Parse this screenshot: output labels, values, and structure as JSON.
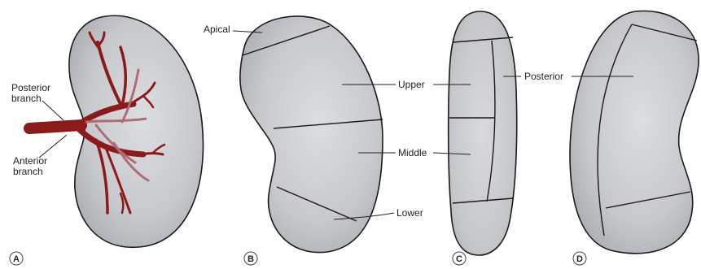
{
  "panels": {
    "a": {
      "letter": "A",
      "labels": {
        "posterior": [
          "Posterior",
          "branch"
        ],
        "anterior": [
          "Anterior",
          "branch"
        ]
      }
    },
    "b": {
      "letter": "B",
      "labels": {
        "apical": "Apical",
        "upper": "Upper",
        "middle": "Middle",
        "lower": "Lower"
      }
    },
    "c": {
      "letter": "C"
    },
    "d": {
      "letter": "D",
      "labels": {
        "posterior": "Posterior"
      }
    }
  },
  "colors": {
    "kidney_fill": "#c4c6ca",
    "artery": "#8b1a1a",
    "artery_dashed": "#b06a74"
  }
}
